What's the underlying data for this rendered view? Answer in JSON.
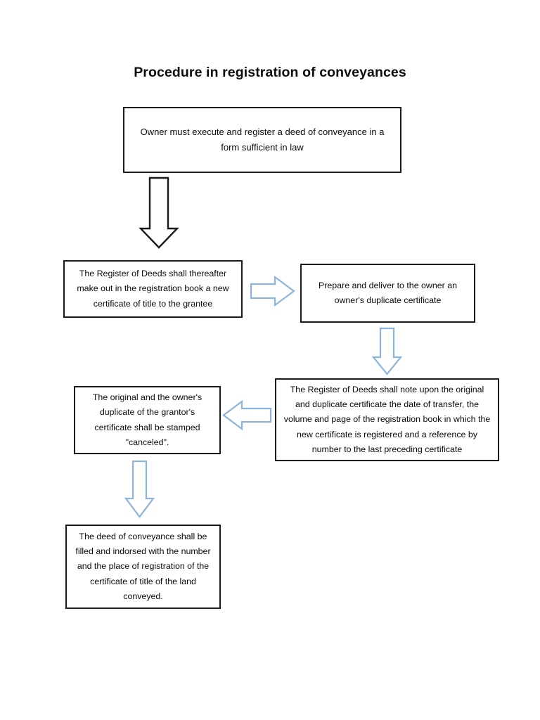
{
  "document": {
    "title": "Procedure in registration of conveyances",
    "page_background": "#ffffff"
  },
  "colors": {
    "box_border_black": "#1a1a1a",
    "arrow_black_stroke": "#1a1a1a",
    "arrow_blue_stroke": "#8eb4dc",
    "arrow_fill": "#ffffff",
    "text": "#0b0b0b"
  },
  "chart_data": {
    "type": "flowchart",
    "title": "Procedure in registration of conveyances",
    "orientation": "top-down-serpentine",
    "nodes": [
      {
        "id": "n1",
        "order": 1,
        "shape": "rectangle",
        "text": "Owner must execute and register a deed of conveyance in a form sufficient in law"
      },
      {
        "id": "n2",
        "order": 2,
        "shape": "rectangle",
        "text": "The Register of Deeds shall thereafter make out in the registration book a new certificate of title to the grantee"
      },
      {
        "id": "n3",
        "order": 3,
        "shape": "rectangle",
        "text": "Prepare and deliver to the owner an owner's duplicate certificate"
      },
      {
        "id": "n4",
        "order": 4,
        "shape": "rectangle",
        "text": "The Register of Deeds shall note upon the original and duplicate certificate the date of transfer, the volume and page of the registration book in which the new certificate is registered and a reference by number to the last preceding certificate"
      },
      {
        "id": "n5",
        "order": 5,
        "shape": "rectangle",
        "text": "The original and the owner's duplicate of the grantor's certificate shall be stamped \"canceled\"."
      },
      {
        "id": "n6",
        "order": 6,
        "shape": "rectangle",
        "text": "The deed of conveyance shall be filled and indorsed with the number and the place of registration of the certificate of title of the land conveyed."
      }
    ],
    "edges": [
      {
        "id": "e1",
        "from": "n1",
        "to": "n2",
        "direction": "down",
        "style": "block-arrow",
        "color": "#1a1a1a"
      },
      {
        "id": "e2",
        "from": "n2",
        "to": "n3",
        "direction": "right",
        "style": "block-arrow",
        "color": "#8eb4dc"
      },
      {
        "id": "e3",
        "from": "n3",
        "to": "n4",
        "direction": "down",
        "style": "block-arrow",
        "color": "#8eb4dc"
      },
      {
        "id": "e4",
        "from": "n4",
        "to": "n5",
        "direction": "left",
        "style": "block-arrow",
        "color": "#8eb4dc"
      },
      {
        "id": "e5",
        "from": "n5",
        "to": "n6",
        "direction": "down",
        "style": "block-arrow",
        "color": "#8eb4dc"
      }
    ]
  }
}
